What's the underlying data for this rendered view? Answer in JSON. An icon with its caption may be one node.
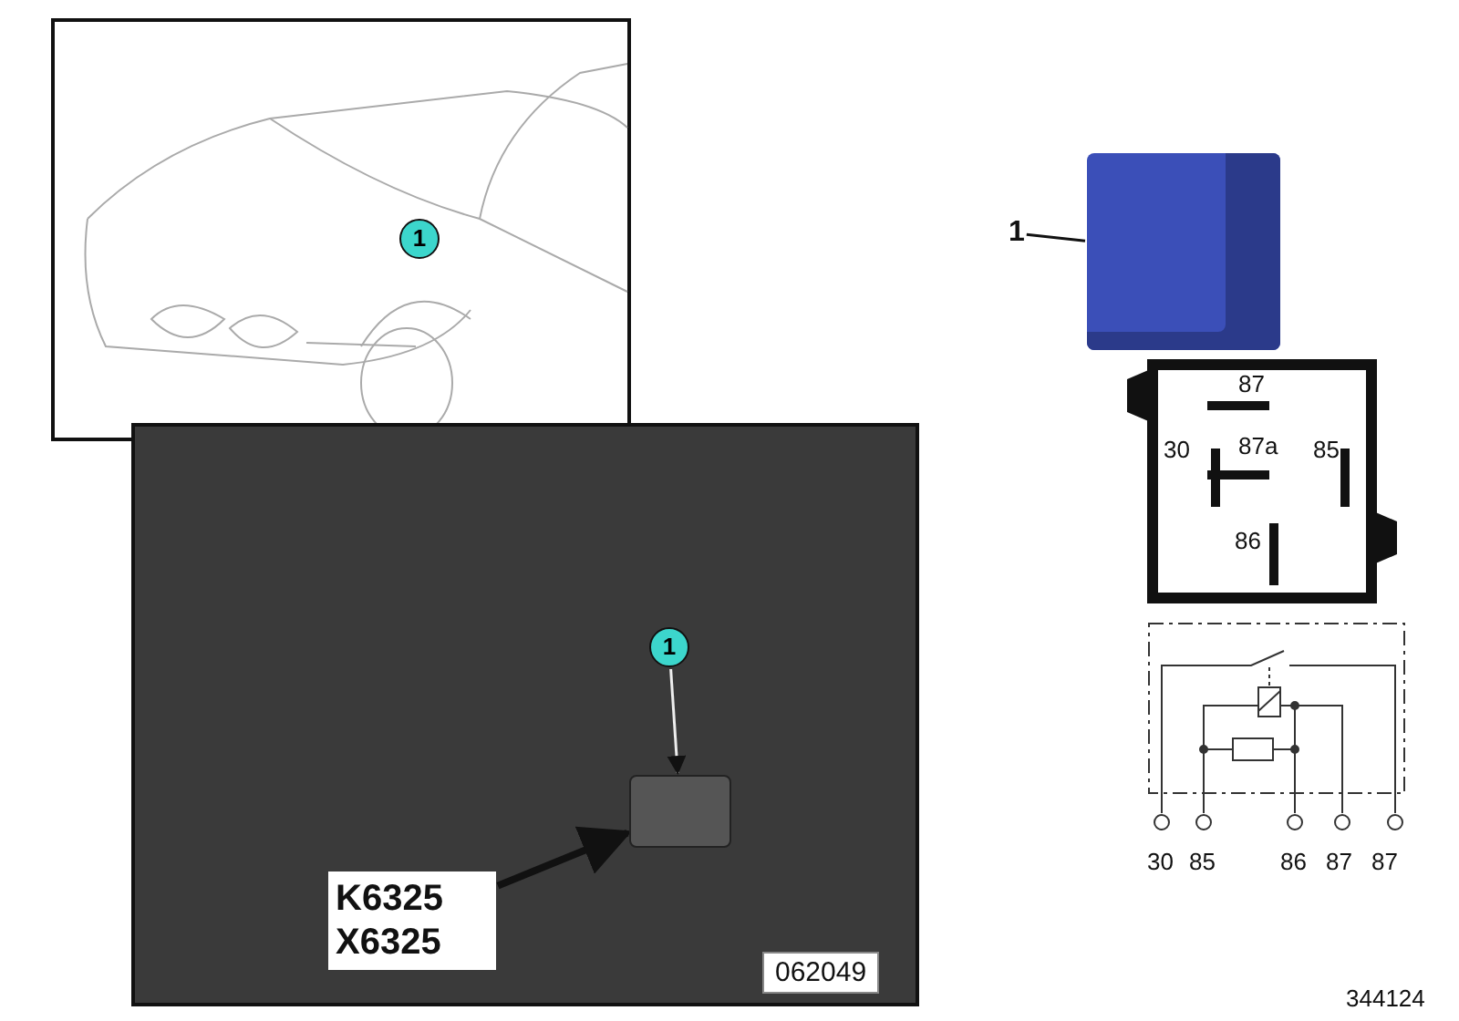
{
  "diagram": {
    "nodes": [
      {
        "text": [
          "1"
        ]
      },
      {
        "text": [
          "1"
        ]
      },
      {
        "text": [],
        "shape": "box"
      },
      {
        "text": [
          "1"
        ]
      },
      {
        "text": [
          "K6325 X6325"
        ]
      },
      {
        "text": [],
        "shape": "box"
      }
    ],
    "edges": [
      {
        "from": 1,
        "to": 2,
        "arrow": "none"
      },
      {
        "from": 3,
        "to": 5,
        "arrow": "to",
        "color": "#eeeeee"
      },
      {
        "from": 4,
        "to": 5,
        "arrow": "to",
        "style": "thick"
      }
    ],
    "labels": [
      "062049",
      "87",
      "30",
      "87a",
      "85",
      "86",
      "30",
      "85",
      "86",
      "87",
      "87",
      "344124"
    ]
  }
}
